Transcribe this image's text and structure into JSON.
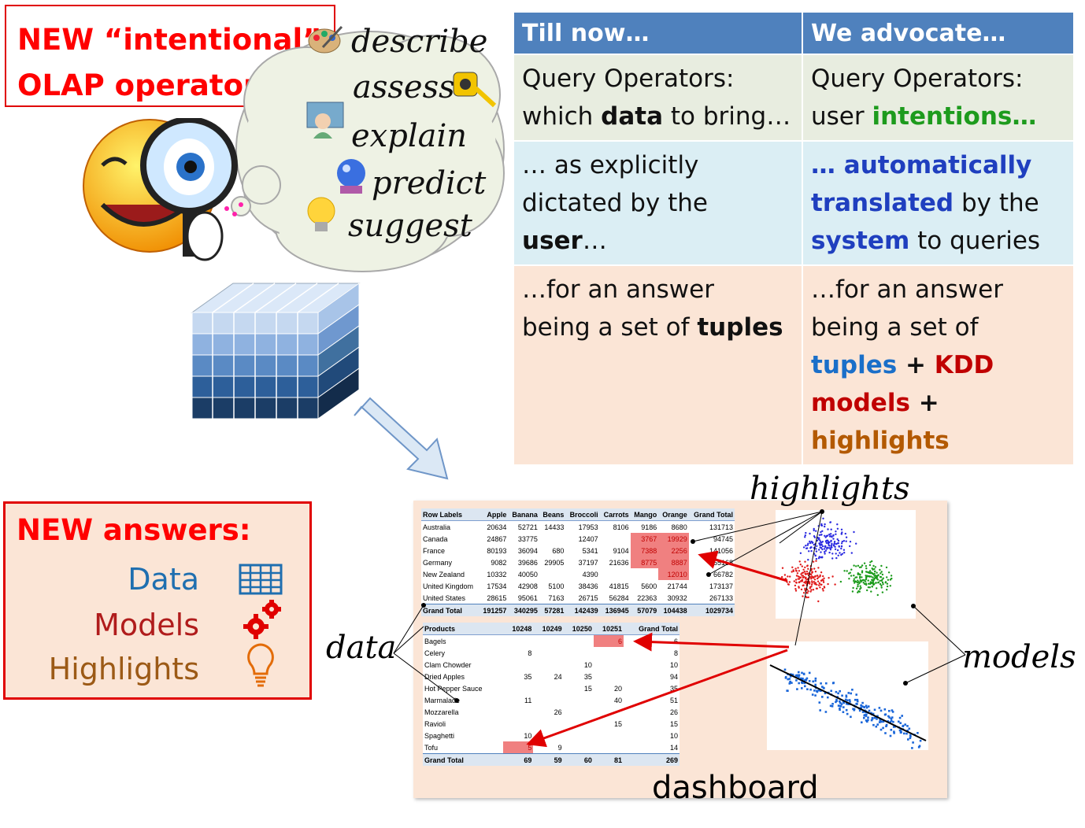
{
  "title": {
    "line1": "NEW “intentional”",
    "line2": "OLAP operators"
  },
  "cloud_words": [
    "describe",
    "assess",
    "explain",
    "predict",
    "suggest"
  ],
  "comparison": {
    "headers": [
      "Till now…",
      "We advocate…"
    ],
    "row1": {
      "left_a": "Query Operators:",
      "left_b": "which ",
      "left_bold": "data",
      "left_c": " to bring…",
      "right_a": "Query Operators:",
      "right_b": "user ",
      "right_green": "intentions…"
    },
    "row2": {
      "left_a": "… as explicitly",
      "left_b": "dictated by the",
      "left_bold": "user",
      "left_c": "…",
      "right_blue1": "… automatically",
      "right_blue2": "translated",
      "right_b": " by the",
      "right_blue3": "system",
      "right_c": " to queries"
    },
    "row3": {
      "left_a": "…for an answer",
      "left_b": "being a set of ",
      "left_bold": "tuples",
      "right_a": "…for an answer",
      "right_b": "being a set of",
      "right_tuples": "tuples",
      "right_plus1": " + ",
      "right_kdd": "KDD",
      "right_models": "models",
      "right_plus2": " + ",
      "right_highlights": "highlights"
    }
  },
  "answers": {
    "title": "NEW answers:",
    "data": "Data",
    "models": "Models",
    "highlights": "Highlights",
    "colors": {
      "data": "#1f6fb0",
      "models": "#b01c1c",
      "highlights": "#9c5a16"
    }
  },
  "labels": {
    "highlights": "highlights",
    "data": "data",
    "models": "models",
    "dashboard": "dashboard"
  },
  "pivot1": {
    "headers": [
      "Row Labels",
      "Apple",
      "Banana",
      "Beans",
      "Broccoli",
      "Carrots",
      "Mango",
      "Orange",
      "Grand Total"
    ],
    "rows": [
      [
        "Australia",
        "20634",
        "52721",
        "14433",
        "17953",
        "8106",
        "9186",
        "8680",
        "131713"
      ],
      [
        "Canada",
        "24867",
        "33775",
        "",
        "12407",
        "",
        "3767",
        "19929",
        "94745"
      ],
      [
        "France",
        "80193",
        "36094",
        "680",
        "5341",
        "9104",
        "7388",
        "2256",
        "141056"
      ],
      [
        "Germany",
        "9082",
        "39686",
        "29905",
        "37197",
        "21636",
        "8775",
        "8887",
        "155168"
      ],
      [
        "New Zealand",
        "10332",
        "40050",
        "",
        "4390",
        "",
        "",
        "12010",
        "66782"
      ],
      [
        "United Kingdom",
        "17534",
        "42908",
        "5100",
        "38436",
        "41815",
        "5600",
        "21744",
        "173137"
      ],
      [
        "United States",
        "28615",
        "95061",
        "7163",
        "26715",
        "56284",
        "22363",
        "30932",
        "267133"
      ]
    ],
    "total": [
      "Grand Total",
      "191257",
      "340295",
      "57281",
      "142439",
      "136945",
      "57079",
      "104438",
      "1029734"
    ]
  },
  "pivot2": {
    "headers": [
      "Products",
      "10248",
      "10249",
      "10250",
      "10251",
      "Grand Total"
    ],
    "rows": [
      [
        "Bagels",
        "",
        "",
        "",
        "6",
        "6"
      ],
      [
        "Celery",
        "8",
        "",
        "",
        "",
        "8"
      ],
      [
        "Clam Chowder",
        "",
        "",
        "10",
        "",
        "10"
      ],
      [
        "Dried Apples",
        "35",
        "24",
        "35",
        "",
        "94"
      ],
      [
        "Hot Pepper Sauce",
        "",
        "",
        "15",
        "20",
        "35"
      ],
      [
        "Marmalade",
        "11",
        "",
        "",
        "40",
        "51"
      ],
      [
        "Mozzarella",
        "",
        "26",
        "",
        "",
        "26"
      ],
      [
        "Ravioli",
        "",
        "",
        "",
        "15",
        "15"
      ],
      [
        "Spaghetti",
        "10",
        "",
        "",
        "",
        "10"
      ],
      [
        "Tofu",
        "5",
        "9",
        "",
        "",
        "14"
      ]
    ],
    "total": [
      "Grand Total",
      "69",
      "59",
      "60",
      "81",
      "269"
    ]
  }
}
